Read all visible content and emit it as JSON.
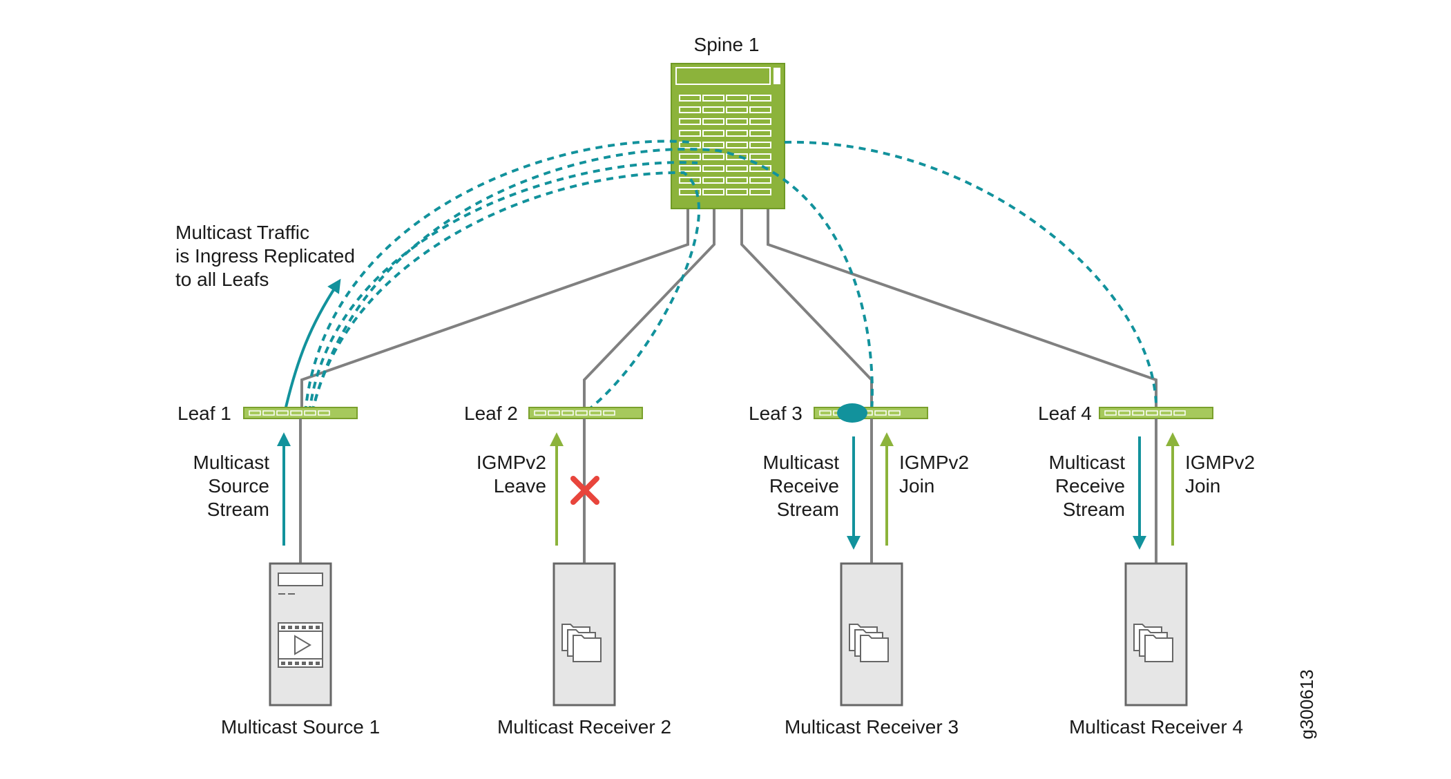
{
  "colors": {
    "spine_green": "#8cb33b",
    "leaf_green": "#a6c95c",
    "link_gray": "#808080",
    "traffic_teal": "#12929c",
    "igmp_green": "#8cb33b",
    "block_red": "#e8453c",
    "server_fill": "#e6e6e6"
  },
  "spine": {
    "label": "Spine 1"
  },
  "replication_note": {
    "line1": "Multicast Traffic",
    "line2": "is Ingress Replicated",
    "line3": "to all Leafs"
  },
  "leaves": [
    {
      "label": "Leaf 1"
    },
    {
      "label": "Leaf 2"
    },
    {
      "label": "Leaf 3"
    },
    {
      "label": "Leaf 4"
    }
  ],
  "flows": {
    "source_stream": [
      "Multicast",
      "Source",
      "Stream"
    ],
    "leave": [
      "IGMPv2",
      "Leave"
    ],
    "receive_stream": [
      "Multicast",
      "Receive",
      "Stream"
    ],
    "join": [
      "IGMPv2",
      "Join"
    ]
  },
  "hosts": [
    {
      "label": "Multicast Source 1",
      "icon": "video-play-icon"
    },
    {
      "label": "Multicast Receiver 2",
      "icon": "folders-icon"
    },
    {
      "label": "Multicast Receiver 3",
      "icon": "folders-icon"
    },
    {
      "label": "Multicast Receiver 4",
      "icon": "folders-icon"
    }
  ],
  "figure_id": "g300613"
}
